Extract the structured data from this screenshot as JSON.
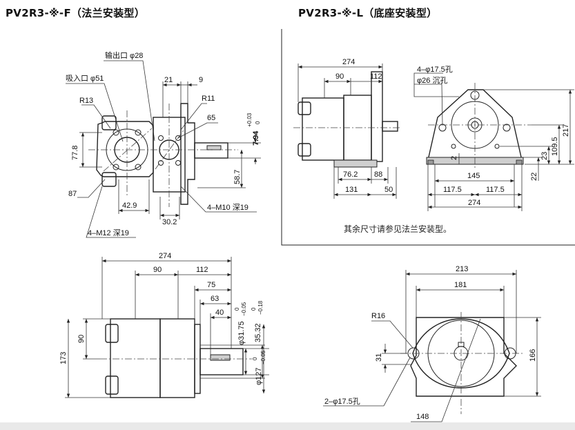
{
  "titles": {
    "left": "PV2R3-※-F（法兰安装型）",
    "right": "PV2R3-※-L（底座安装型）"
  },
  "flange_view": {
    "outlet": "输出口 φ28",
    "inlet": "吸入口 φ51",
    "d21": "21",
    "d9": "9",
    "r13": "R13",
    "r11": "R11",
    "d65": "65",
    "d77_8": "77.8",
    "d87": "87",
    "d42_9": "42.9",
    "d30_2": "30.2",
    "d58_7": "58.7",
    "d7_94": "7.94",
    "tol_7_94_up": "+0.03",
    "tol_7_94_low": "0",
    "m10": "4–M10 深19",
    "m12": "4–M12 深19"
  },
  "foot_view": {
    "d274": "274",
    "d90": "90",
    "d112": "112",
    "d76_2": "76.2",
    "d88": "88",
    "d131": "131",
    "d50": "50",
    "holes": "4–φ17.5孔",
    "counterbore": "φ26 沉孔",
    "d2": "2",
    "d145": "145",
    "d117_5a": "117.5",
    "d117_5b": "117.5",
    "d274b": "274",
    "d217": "217",
    "d109_5": "109.5",
    "d23": "23",
    "d22": "22",
    "note": "其余尺寸请参见法兰安装型。"
  },
  "side_view": {
    "d274": "274",
    "d90": "90",
    "d112": "112",
    "d75": "75",
    "d63": "63",
    "d40": "40",
    "d90v": "90",
    "d173": "173",
    "d31_75": "φ31.75",
    "tol_31_75_up": "0",
    "tol_31_75_low": "−0.05",
    "d35_32": "35.32",
    "tol_35_32_up": "0",
    "tol_35_32_low": "−0.18",
    "d127": "φ127",
    "tol_127_up": "0",
    "tol_127_low": "−0.05"
  },
  "front_view": {
    "d213": "213",
    "d181": "181",
    "r16": "R16",
    "d31": "31",
    "d166": "166",
    "holes2": "2–φ17.5孔",
    "d148": "148"
  }
}
